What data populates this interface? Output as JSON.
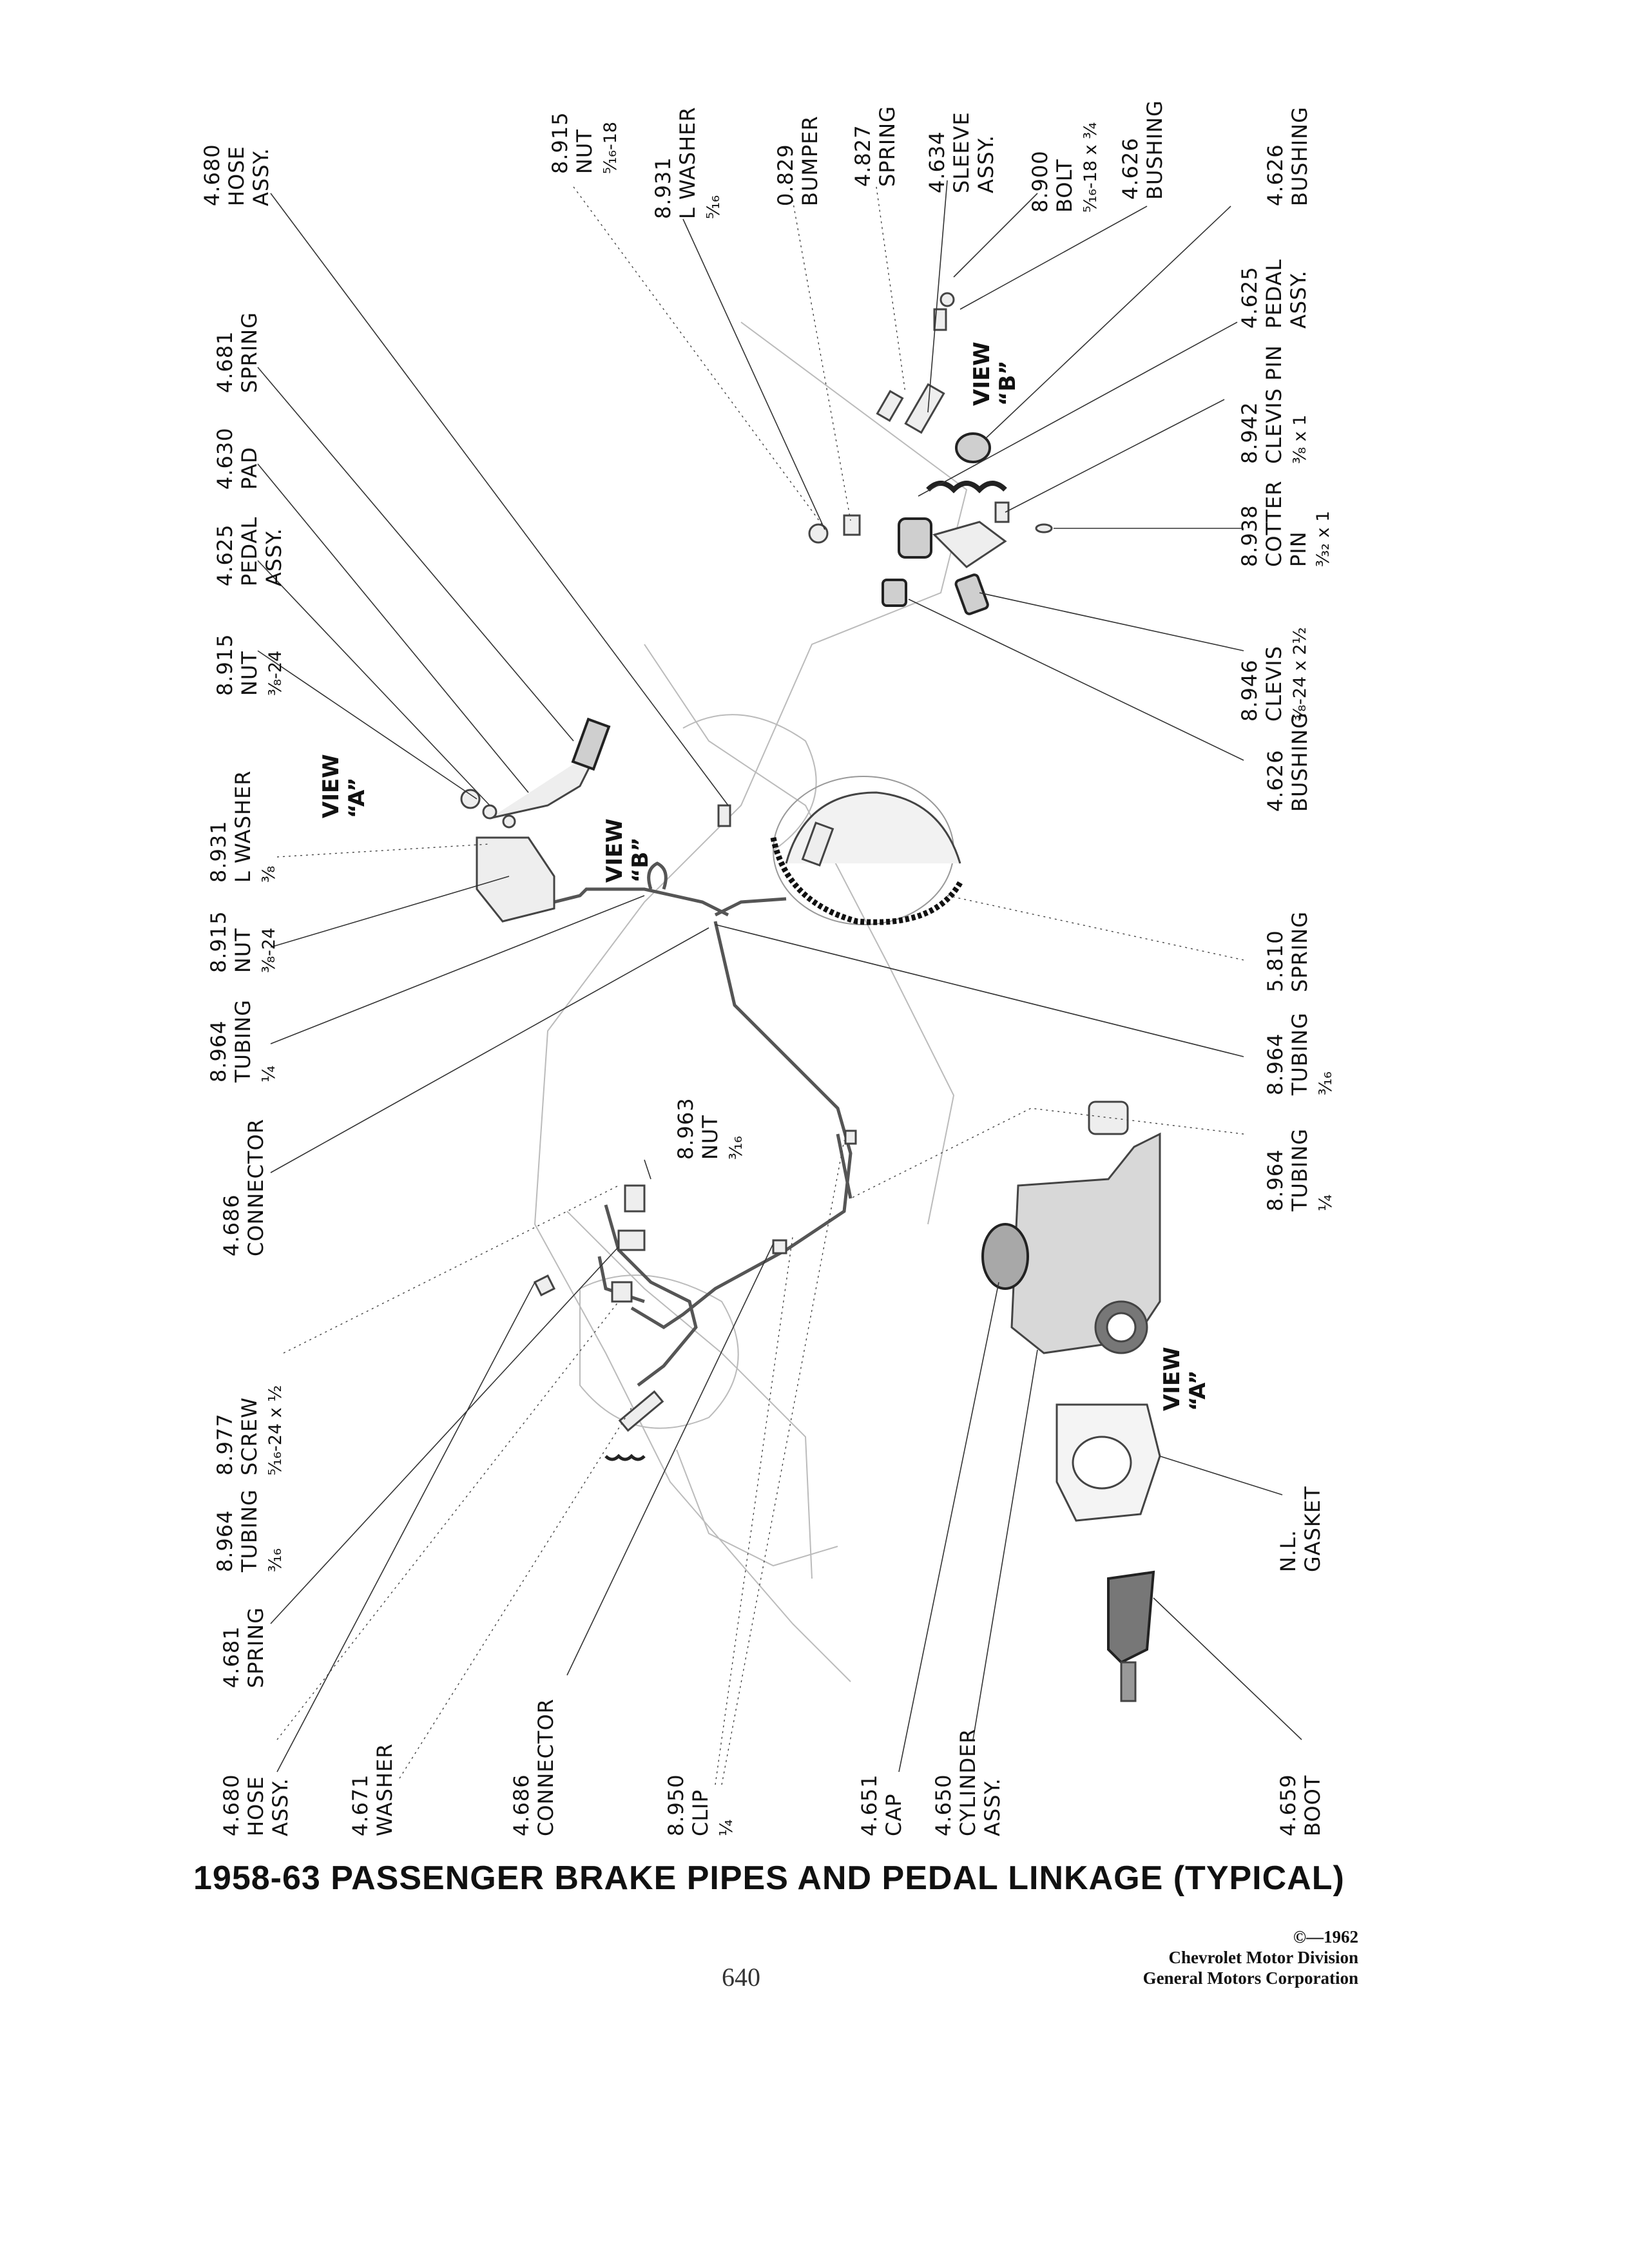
{
  "title": "1958-63 PASSENGER BRAKE PIPES AND PEDAL LINKAGE (TYPICAL)",
  "page_number": "640",
  "copyright": {
    "year": "©—1962",
    "line1": "Chevrolet Motor Division",
    "line2": "General Motors Corporation"
  },
  "views": {
    "view_a": [
      "VIEW",
      "“A”"
    ],
    "view_b": [
      "VIEW",
      "“B”"
    ]
  },
  "callouts": [
    {
      "id": "c-hose-assy-top",
      "lines": [
        "4.680",
        "HOSE",
        "ASSY."
      ]
    },
    {
      "id": "c-nut-5-16-18",
      "lines": [
        "8.915",
        "NUT",
        "⁵⁄₁₆-18"
      ]
    },
    {
      "id": "c-l-washer-5-16",
      "lines": [
        "8.931",
        "L WASHER",
        "⁵⁄₁₆"
      ]
    },
    {
      "id": "c-bumper",
      "lines": [
        "0.829",
        "BUMPER"
      ]
    },
    {
      "id": "c-spring-4827",
      "lines": [
        "4.827",
        "SPRING"
      ]
    },
    {
      "id": "c-sleeve-assy",
      "lines": [
        "4.634",
        "SLEEVE",
        "ASSY."
      ]
    },
    {
      "id": "c-bolt",
      "lines": [
        "8.900",
        "BOLT",
        "⁵⁄₁₆-18 x ³⁄₄"
      ]
    },
    {
      "id": "c-bushing-top-a",
      "lines": [
        "4.626",
        "BUSHING"
      ]
    },
    {
      "id": "c-bushing-top-b",
      "lines": [
        "4.626",
        "BUSHING"
      ]
    },
    {
      "id": "c-spring-4681-top",
      "lines": [
        "4.681",
        "SPRING"
      ]
    },
    {
      "id": "c-pad",
      "lines": [
        "4.630",
        "PAD"
      ]
    },
    {
      "id": "c-pedal-assy-left",
      "lines": [
        "4.625",
        "PEDAL",
        "ASSY."
      ]
    },
    {
      "id": "c-pedal-assy-right",
      "lines": [
        "4.625",
        "PEDAL",
        "ASSY."
      ]
    },
    {
      "id": "c-clevis-pin",
      "lines": [
        "8.942",
        "CLEVIS PIN",
        "³⁄₈ x 1"
      ]
    },
    {
      "id": "c-cotter-pin",
      "lines": [
        "8.938",
        "COTTER",
        "PIN",
        "³⁄₃₂ x 1"
      ]
    },
    {
      "id": "c-nut-3-8-24-top",
      "lines": [
        "8.915",
        "NUT",
        "³⁄₈-24"
      ]
    },
    {
      "id": "c-clevis",
      "lines": [
        "8.946",
        "CLEVIS",
        "³⁄₈-24 x 2¹⁄₂"
      ]
    },
    {
      "id": "c-bushing-mid",
      "lines": [
        "4.626",
        "BUSHING"
      ]
    },
    {
      "id": "c-l-washer-3-8",
      "lines": [
        "8.931",
        "L WASHER",
        "³⁄₈"
      ]
    },
    {
      "id": "c-nut-3-8-24-mid",
      "lines": [
        "8.915",
        "NUT",
        "³⁄₈-24"
      ]
    },
    {
      "id": "c-spring-5810",
      "lines": [
        "5.810",
        "SPRING"
      ]
    },
    {
      "id": "c-tubing-1-4-left",
      "lines": [
        "8.964",
        "TUBING",
        "¹⁄₄"
      ]
    },
    {
      "id": "c-tubing-3-16-right",
      "lines": [
        "8.964",
        "TUBING",
        "³⁄₁₆"
      ]
    },
    {
      "id": "c-connector-left",
      "lines": [
        "4.686",
        "CONNECTOR"
      ]
    },
    {
      "id": "c-nut-3-16",
      "lines": [
        "8.963",
        "NUT",
        "³⁄₁₆"
      ]
    },
    {
      "id": "c-tubing-1-4-right",
      "lines": [
        "8.964",
        "TUBING",
        "¹⁄₄"
      ]
    },
    {
      "id": "c-screw",
      "lines": [
        "8.977",
        "SCREW",
        "⁵⁄₁₆-24 x ¹⁄₂"
      ]
    },
    {
      "id": "c-tubing-3-16-left",
      "lines": [
        "8.964",
        "TUBING",
        "³⁄₁₆"
      ]
    },
    {
      "id": "c-gasket",
      "lines": [
        "N.L.",
        "GASKET"
      ]
    },
    {
      "id": "c-spring-4681-bottom",
      "lines": [
        "4.681",
        "SPRING"
      ]
    },
    {
      "id": "c-hose-assy-bottom",
      "lines": [
        "4.680",
        "HOSE",
        "ASSY."
      ]
    },
    {
      "id": "c-washer",
      "lines": [
        "4.671",
        "WASHER"
      ]
    },
    {
      "id": "c-connector-bottom",
      "lines": [
        "4.686",
        "CONNECTOR"
      ]
    },
    {
      "id": "c-clip",
      "lines": [
        "8.950",
        "CLIP",
        "¹⁄₄"
      ]
    },
    {
      "id": "c-cap",
      "lines": [
        "4.651",
        "CAP"
      ]
    },
    {
      "id": "c-cylinder-assy",
      "lines": [
        "4.650",
        "CYLINDER",
        "ASSY."
      ]
    },
    {
      "id": "c-boot",
      "lines": [
        "4.659",
        "BOOT"
      ]
    }
  ]
}
